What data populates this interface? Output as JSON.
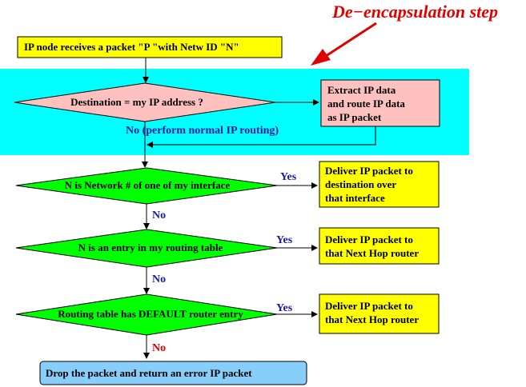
{
  "title": "De−encapsulation step",
  "colors": {
    "highlight": "#00ffff",
    "process_yellow": "#ffff00",
    "process_pink": "#ffc0c0",
    "decision_pink": "#ffc0c0",
    "decision_green": "#00ff00",
    "terminal_blue": "#87cefa",
    "accent_red": "#e00000",
    "label_blue": "#1a1aa8"
  },
  "start": {
    "text": "IP node receives a packet \"P \"with Netw ID \"N\""
  },
  "decision1": {
    "text": "Destination = my IP address ?",
    "yes_action": [
      "Extract IP data",
      "and route IP data",
      "as IP packet"
    ],
    "no_label": "No (perform normal IP routing)"
  },
  "decision2": {
    "text": "N is Network # of one of my interface",
    "yes_label": "Yes",
    "yes_action": [
      "Deliver IP packet to",
      "destination over",
      "that interface"
    ],
    "no_label": "No"
  },
  "decision3": {
    "text": "N is an entry in my routing table",
    "yes_label": "Yes",
    "yes_action": [
      "Deliver IP packet to",
      "that Next Hop router"
    ],
    "no_label": "No"
  },
  "decision4": {
    "text": "Routing table has DEFAULT router entry",
    "yes_label": "Yes",
    "yes_action": [
      "Deliver IP packet to",
      "that Next Hop router"
    ],
    "no_label": "No"
  },
  "terminal": {
    "text": "Drop the packet and return an error IP packet"
  }
}
